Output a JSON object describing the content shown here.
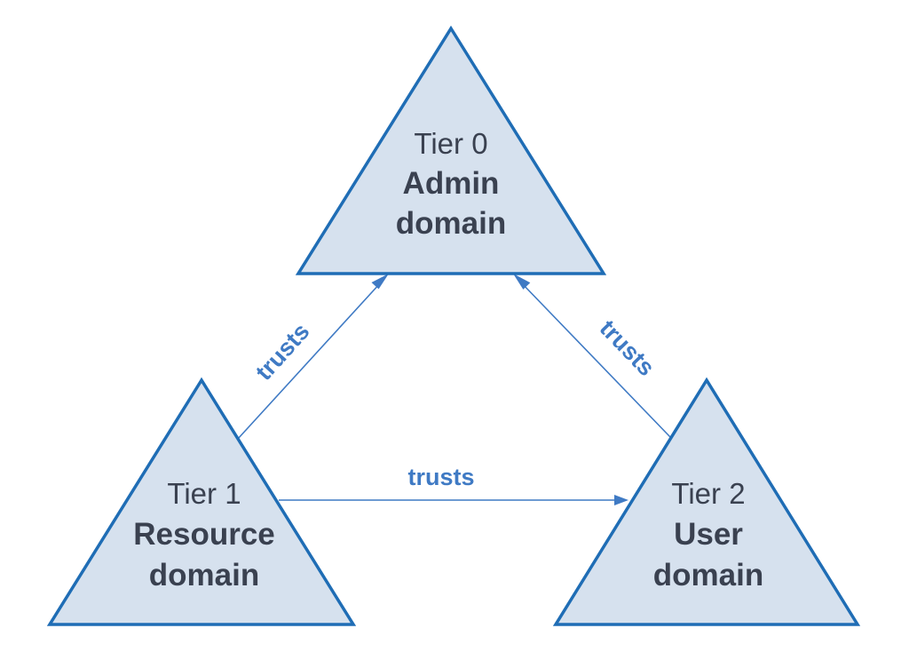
{
  "nodes": {
    "admin": {
      "tier": "Tier 0",
      "name_line1": "Admin",
      "name_line2": "domain"
    },
    "resource": {
      "tier": "Tier 1",
      "name_line1": "Resource",
      "name_line2": "domain"
    },
    "user": {
      "tier": "Tier 2",
      "name_line1": "User",
      "name_line2": "domain"
    }
  },
  "edges": {
    "resource_to_admin": {
      "label": "trusts"
    },
    "user_to_admin": {
      "label": "trusts"
    },
    "resource_to_user": {
      "label": "trusts"
    }
  },
  "colors": {
    "triangle_fill": "#d6e1ee",
    "triangle_stroke": "#1f6db5",
    "arrow": "#3f7ac4",
    "text": "#3a4150"
  }
}
